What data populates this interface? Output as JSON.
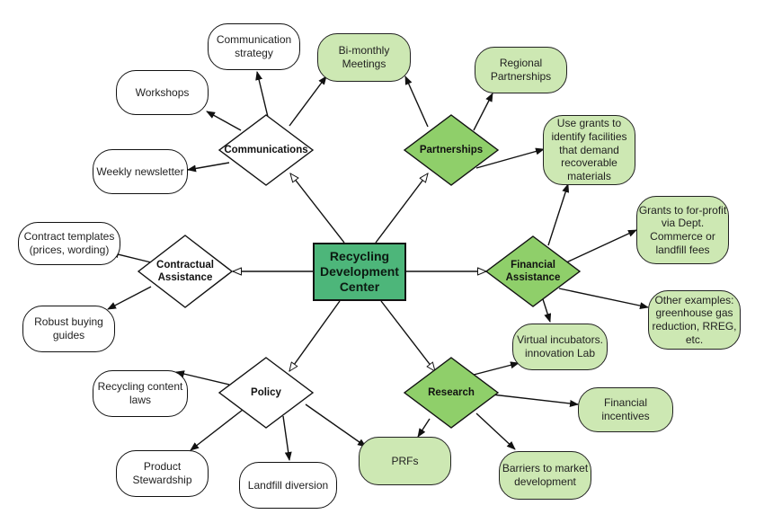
{
  "center": "Recycling\nDevelopment\nCenter",
  "hubs": {
    "communications": "Communications",
    "partnerships": "Partnerships",
    "contractual": "Contractual\nAssistance",
    "financial": "Financial\nAssistance",
    "policy": "Policy",
    "research": "Research"
  },
  "leaves": {
    "communication_strategy": "Communication\nstrategy",
    "workshops": "Workshops",
    "weekly_newsletter": "Weekly newsletter",
    "bimonthly_meetings": "Bi-monthly\nMeetings",
    "regional_partnerships": "Regional\nPartnerships",
    "use_grants": "Use grants to\nidentify facilities\nthat demand\nrecoverable\nmaterials",
    "grants_for_profit": "Grants to for-profit\nvia Dept.\nCommerce or\nlandfill fees",
    "other_examples": "Other examples:\ngreenhouse gas\nreduction, RREG,\netc.",
    "contract_templates": "Contract templates\n(prices, wording)",
    "robust_buying": "Robust buying\nguides",
    "virtual_incubators": "Virtual incubators.\ninnovation Lab",
    "financial_incentives": "Financial incentives",
    "barriers": "Barriers to market\ndevelopment",
    "prfs": "PRFs",
    "recycling_content": "Recycling content\nlaws",
    "product_stewardship": "Product\nStewardship",
    "landfill_diversion": "Landfill diversion"
  },
  "colors": {
    "center_fill": "#4db67a",
    "hub_green_fill": "#8fcf6a",
    "leaf_green_fill": "#cde8b3",
    "white_fill": "#ffffff",
    "stroke": "#111111"
  }
}
